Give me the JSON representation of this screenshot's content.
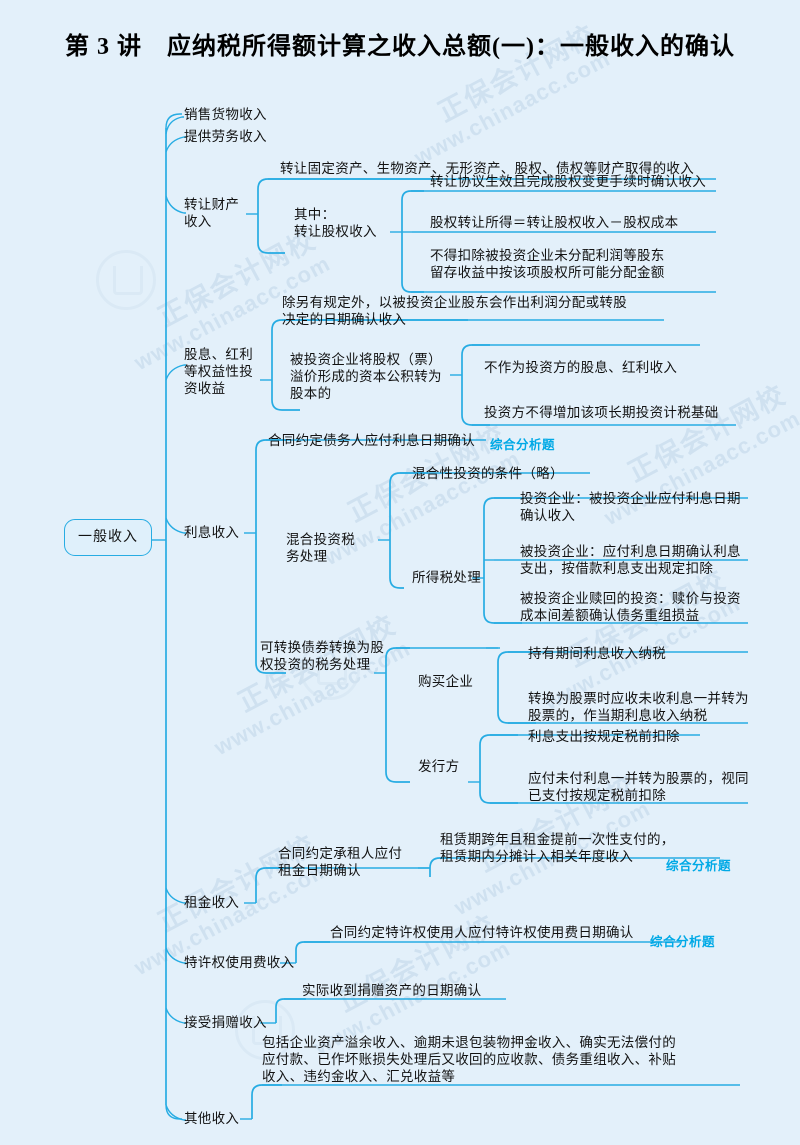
{
  "title": "第 3 讲　应纳税所得额计算之收入总额(一)：一般收入的确认",
  "colors": {
    "background": "#e3f0fa",
    "line": "#27ace3",
    "tag": "#00a9e6",
    "text": "#121212"
  },
  "watermark": {
    "cn": "正保会计网校",
    "en": "www.chinaacc.com"
  },
  "root": {
    "label": "一般收入"
  },
  "tags": {
    "comprehensive": "综合分析题"
  },
  "nodes": {
    "n1": {
      "label": "销售货物收入"
    },
    "n2": {
      "label": "提供劳务收入"
    },
    "n3": {
      "label": "转让财产\n收入"
    },
    "n3a": {
      "label": "转让固定资产、生物资产、无形资产、股权、债权等财产取得的收入"
    },
    "n3b": {
      "label": "其中：\n转让股权收入"
    },
    "n3b1": {
      "label": "转让协议生效且完成股权变更手续时确认收入"
    },
    "n3b2": {
      "label": "股权转让所得＝转让股权收入－股权成本"
    },
    "n3b3": {
      "label": "不得扣除被投资企业未分配利润等股东\n留存收益中按该项股权所可能分配金额"
    },
    "n4": {
      "label": "股息、红利\n等权益性投\n资收益"
    },
    "n4a": {
      "label": "除另有规定外，以被投资企业股东会作出利润分配或转股\n决定的日期确认收入"
    },
    "n4b": {
      "label": "被投资企业将股权（票）\n溢价形成的资本公积转为\n股本的"
    },
    "n4b1": {
      "label": "不作为投资方的股息、红利收入"
    },
    "n4b2": {
      "label": "投资方不得增加该项长期投资计税基础"
    },
    "n5": {
      "label": "利息收入"
    },
    "n5a": {
      "label": "合同约定债务人应付利息日期确认"
    },
    "n5b": {
      "label": "混合投资税\n务处理"
    },
    "n5b1": {
      "label": "混合性投资的条件（略）"
    },
    "n5b2": {
      "label": "所得税处理"
    },
    "n5b2a": {
      "label": "投资企业：被投资企业应付利息日期\n确认收入"
    },
    "n5b2b": {
      "label": "被投资企业：应付利息日期确认利息\n支出，按借款利息支出规定扣除"
    },
    "n5b2c": {
      "label": "被投资企业赎回的投资：赎价与投资\n成本间差额确认债务重组损益"
    },
    "n5c": {
      "label": "可转换债券转换为股\n权投资的税务处理"
    },
    "n5c1": {
      "label": "购买企业"
    },
    "n5c1a": {
      "label": "持有期间利息收入纳税"
    },
    "n5c1b": {
      "label": "转换为股票时应收未收利息一并转为\n股票的，作当期利息收入纳税"
    },
    "n5c2": {
      "label": "发行方"
    },
    "n5c2a": {
      "label": "利息支出按规定税前扣除"
    },
    "n5c2b": {
      "label": "应付未付利息一并转为股票的，视同\n已支付按规定税前扣除"
    },
    "n6": {
      "label": "租金收入"
    },
    "n6a": {
      "label": "合同约定承租人应付\n租金日期确认"
    },
    "n6a1": {
      "label": "租赁期跨年且租金提前一次性支付的，\n租赁期内分摊计入相关年度收入"
    },
    "n7": {
      "label": "特许权使用费收入"
    },
    "n7a": {
      "label": "合同约定特许权使用人应付特许权使用费日期确认"
    },
    "n8": {
      "label": "接受捐赠收入"
    },
    "n8a": {
      "label": "实际收到捐赠资产的日期确认"
    },
    "n9": {
      "label": "其他收入"
    },
    "n9a": {
      "label": "包括企业资产溢余收入、逾期未退包装物押金收入、确实无法偿付的\n应付款、已作坏账损失处理后又收回的应收款、债务重组收入、补贴\n收入、违约金收入、汇兑收益等"
    }
  }
}
